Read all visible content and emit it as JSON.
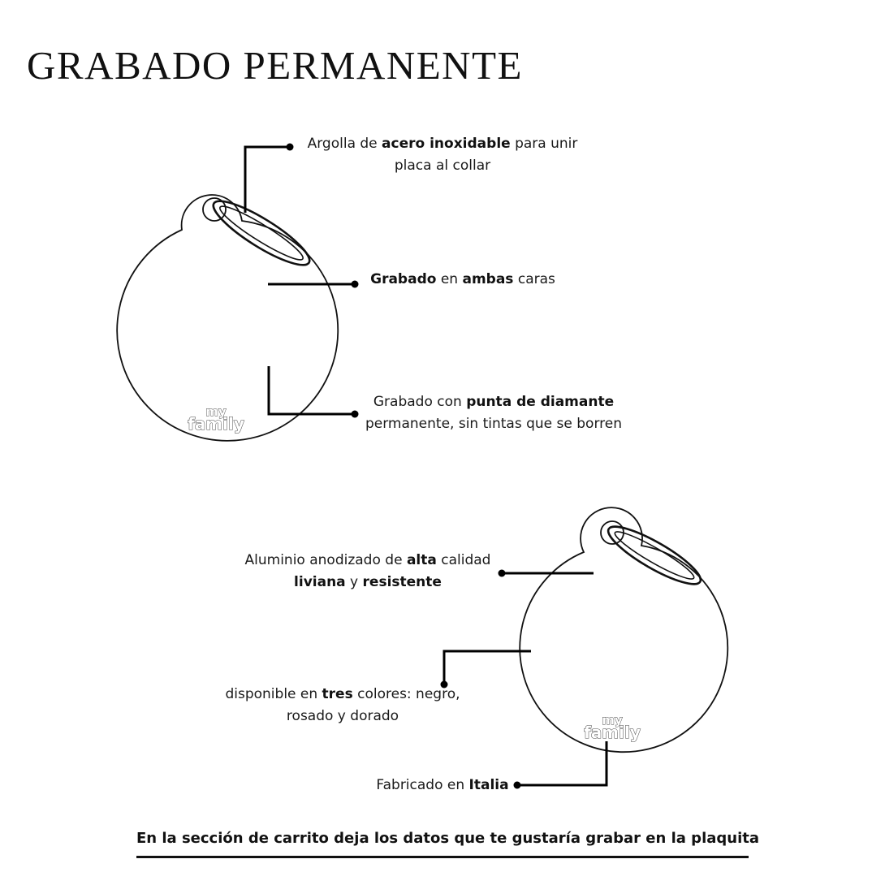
{
  "title": "GRABADO PERMANENTE",
  "brand": {
    "top": "my",
    "bottom": "family"
  },
  "callouts": {
    "ring": {
      "l1_pre": "Argolla de ",
      "l1_bold": "acero inoxidable",
      "l1_post": " para unir",
      "l2": "placa al collar"
    },
    "both_sides": {
      "b1": "Grabado",
      "mid": " en ",
      "b2": "ambas",
      "post": " caras"
    },
    "diamond": {
      "l1_pre": "Grabado con ",
      "l1_bold": "punta de diamante",
      "l2": "permanente, sin tintas que se borren"
    },
    "aluminium": {
      "l1_pre": "Aluminio anodizado de ",
      "l1_bold": "alta",
      "l1_post": " calidad",
      "l2_b1": "liviana",
      "l2_mid": " y ",
      "l2_b2": "resistente"
    },
    "colors": {
      "l1_pre": "disponible en ",
      "l1_bold": "tres",
      "l1_post": " colores: negro,",
      "l2": "rosado y dorado"
    },
    "made_in": {
      "pre": "Fabricado en ",
      "bold": "Italia"
    }
  },
  "footer": "En la sección de carrito deja los datos que te gustaría grabar en la plaquita"
}
